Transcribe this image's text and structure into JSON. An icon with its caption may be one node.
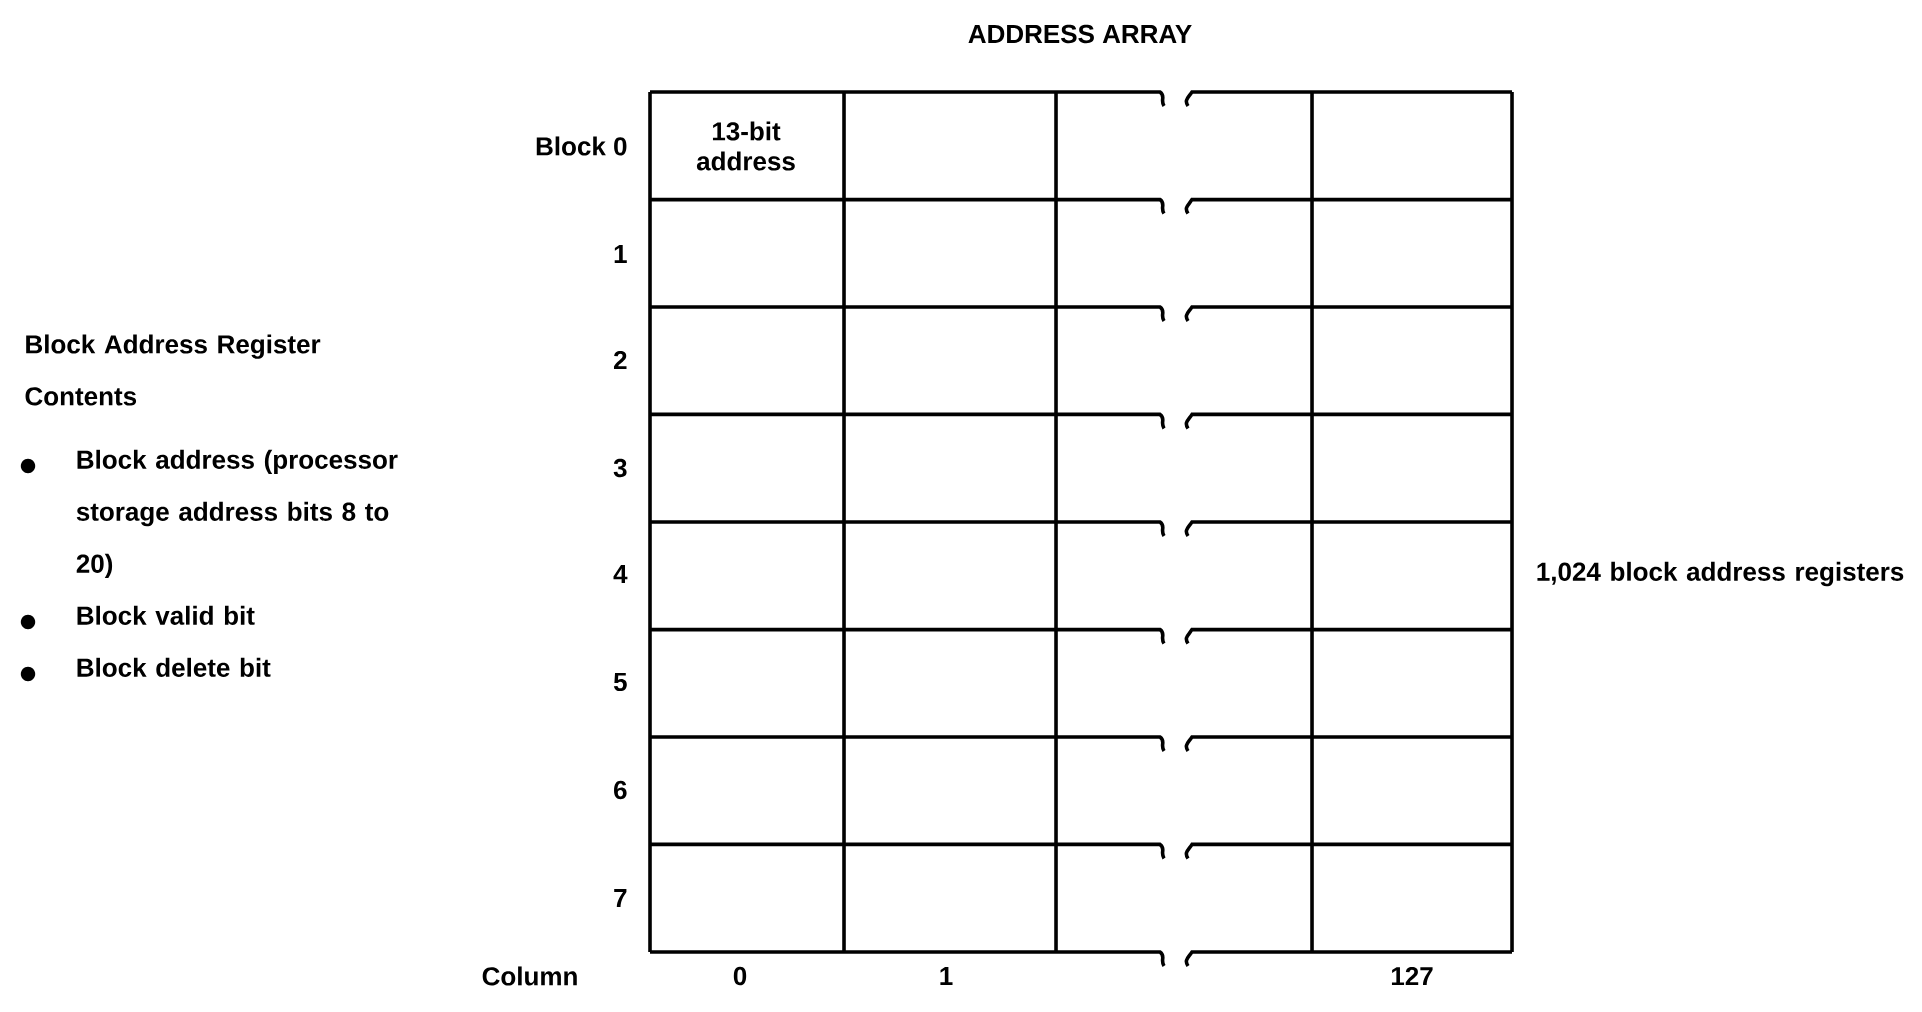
{
  "diagram": {
    "title": "ADDRESS ARRAY",
    "labels": [
      "Block 0",
      "13-bit address",
      "1",
      "2",
      "3",
      "4",
      "5",
      "6",
      "7",
      "Block Address Register Contents",
      "Block address (processor storage address bits 8 to 20)",
      "Block valid bit",
      "Block delete bit",
      "1,024 block address registers",
      "Column",
      "0",
      "1",
      "127"
    ]
  }
}
